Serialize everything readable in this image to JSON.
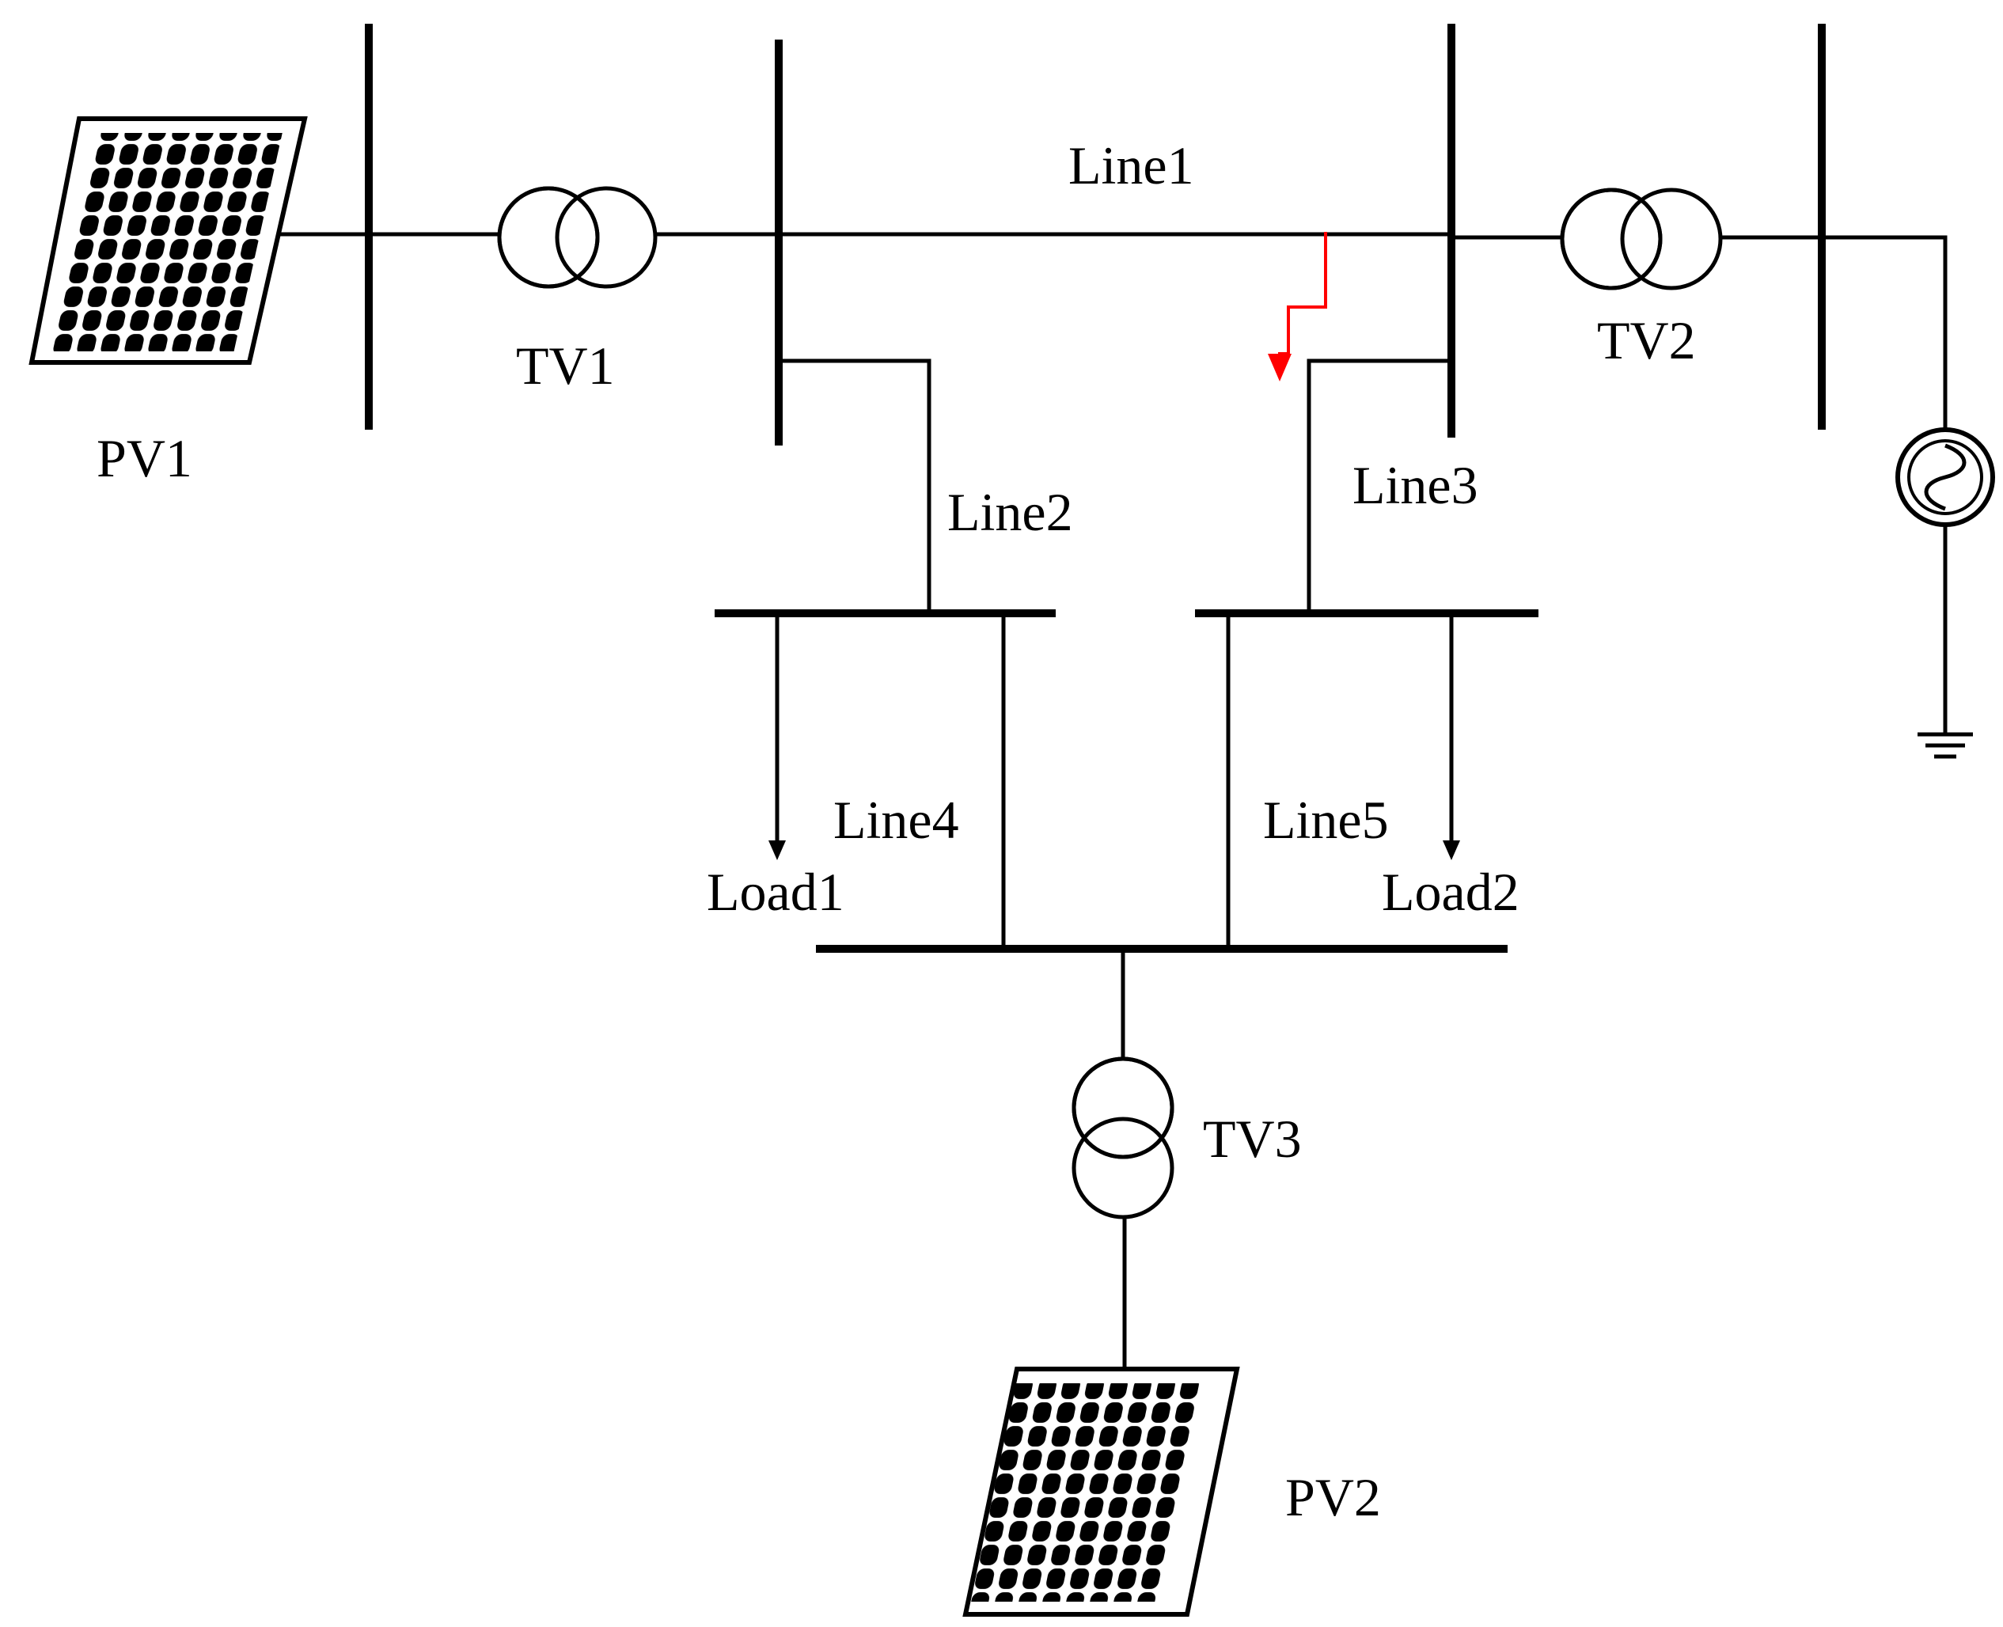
{
  "labels": {
    "pv1": "PV1",
    "pv2": "PV2",
    "tv1": "TV1",
    "tv2": "TV2",
    "tv3": "TV3",
    "line1": "Line1",
    "line2": "Line2",
    "line3": "Line3",
    "line4": "Line4",
    "line5": "Line5",
    "load1": "Load1",
    "load2": "Load2"
  },
  "colors": {
    "line": "#000000",
    "fault": "#ff0000",
    "background": "#ffffff"
  },
  "icons": {
    "pv": "solar-panel-icon",
    "transformer": "transformer-icon",
    "source": "ac-source-icon",
    "ground": "ground-icon",
    "load": "load-arrow-icon",
    "fault": "fault-arrow-icon"
  }
}
